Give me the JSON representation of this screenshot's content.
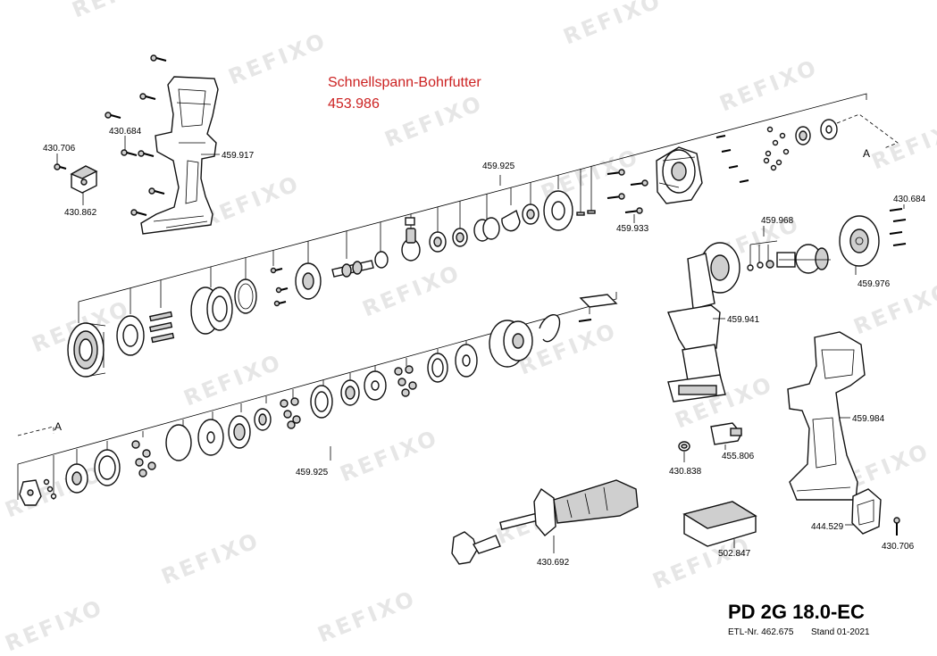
{
  "callout": {
    "name": "Schnellspann-Bohrfutter",
    "number": "453.986",
    "color": "#cc2222"
  },
  "title": {
    "model": "PD 2G 18.0-EC",
    "etl": "ETL-Nr. 462.675",
    "stand": "Stand 01-2021"
  },
  "watermark": "REFIXO",
  "connector_label": "A",
  "part_numbers": {
    "p430706_left": "430.706",
    "p430684_left": "430.684",
    "p430862": "430.862",
    "p459917": "459.917",
    "p459925_top": "459.925",
    "p459933": "459.933",
    "p430684_right": "430.684",
    "p459968": "459.968",
    "p459976": "459.976",
    "p459941": "459.941",
    "p459984": "459.984",
    "p455806": "455.806",
    "p430838": "430.838",
    "p459925_bottom": "459.925",
    "p430692": "430.692",
    "p502847": "502.847",
    "p444529": "444.529",
    "p430706_right": "430.706"
  }
}
